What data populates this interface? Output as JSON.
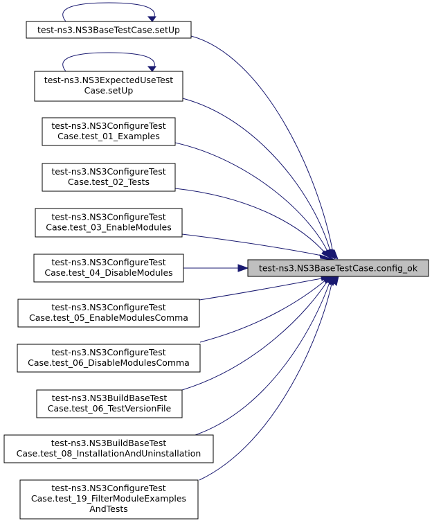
{
  "diagram": {
    "target": {
      "id": "config_ok",
      "lines": [
        "test-ns3.NS3BaseTestCase.config_ok"
      ]
    },
    "callers": [
      {
        "id": "base_setup",
        "lines": [
          "test-ns3.NS3BaseTestCase.setUp"
        ],
        "self_loop": true
      },
      {
        "id": "expected_setup",
        "lines": [
          "test-ns3.NS3ExpectedUseTest",
          "Case.setUp"
        ],
        "self_loop": true
      },
      {
        "id": "test_01",
        "lines": [
          "test-ns3.NS3ConfigureTest",
          "Case.test_01_Examples"
        ]
      },
      {
        "id": "test_02",
        "lines": [
          "test-ns3.NS3ConfigureTest",
          "Case.test_02_Tests"
        ]
      },
      {
        "id": "test_03",
        "lines": [
          "test-ns3.NS3ConfigureTest",
          "Case.test_03_EnableModules"
        ]
      },
      {
        "id": "test_04",
        "lines": [
          "test-ns3.NS3ConfigureTest",
          "Case.test_04_DisableModules"
        ]
      },
      {
        "id": "test_05",
        "lines": [
          "test-ns3.NS3ConfigureTest",
          "Case.test_05_EnableModulesComma"
        ]
      },
      {
        "id": "test_06_disable",
        "lines": [
          "test-ns3.NS3ConfigureTest",
          "Case.test_06_DisableModulesComma"
        ]
      },
      {
        "id": "test_06_version",
        "lines": [
          "test-ns3.NS3BuildBaseTest",
          "Case.test_06_TestVersionFile"
        ]
      },
      {
        "id": "test_08",
        "lines": [
          "test-ns3.NS3BuildBaseTest",
          "Case.test_08_InstallationAndUninstallation"
        ]
      },
      {
        "id": "test_19",
        "lines": [
          "test-ns3.NS3ConfigureTest",
          "Case.test_19_FilterModuleExamples",
          "AndTests"
        ]
      }
    ],
    "colors": {
      "edge": "#191970",
      "target_fill": "#bfbfbf",
      "node_fill": "#ffffff",
      "border": "#000000"
    }
  }
}
